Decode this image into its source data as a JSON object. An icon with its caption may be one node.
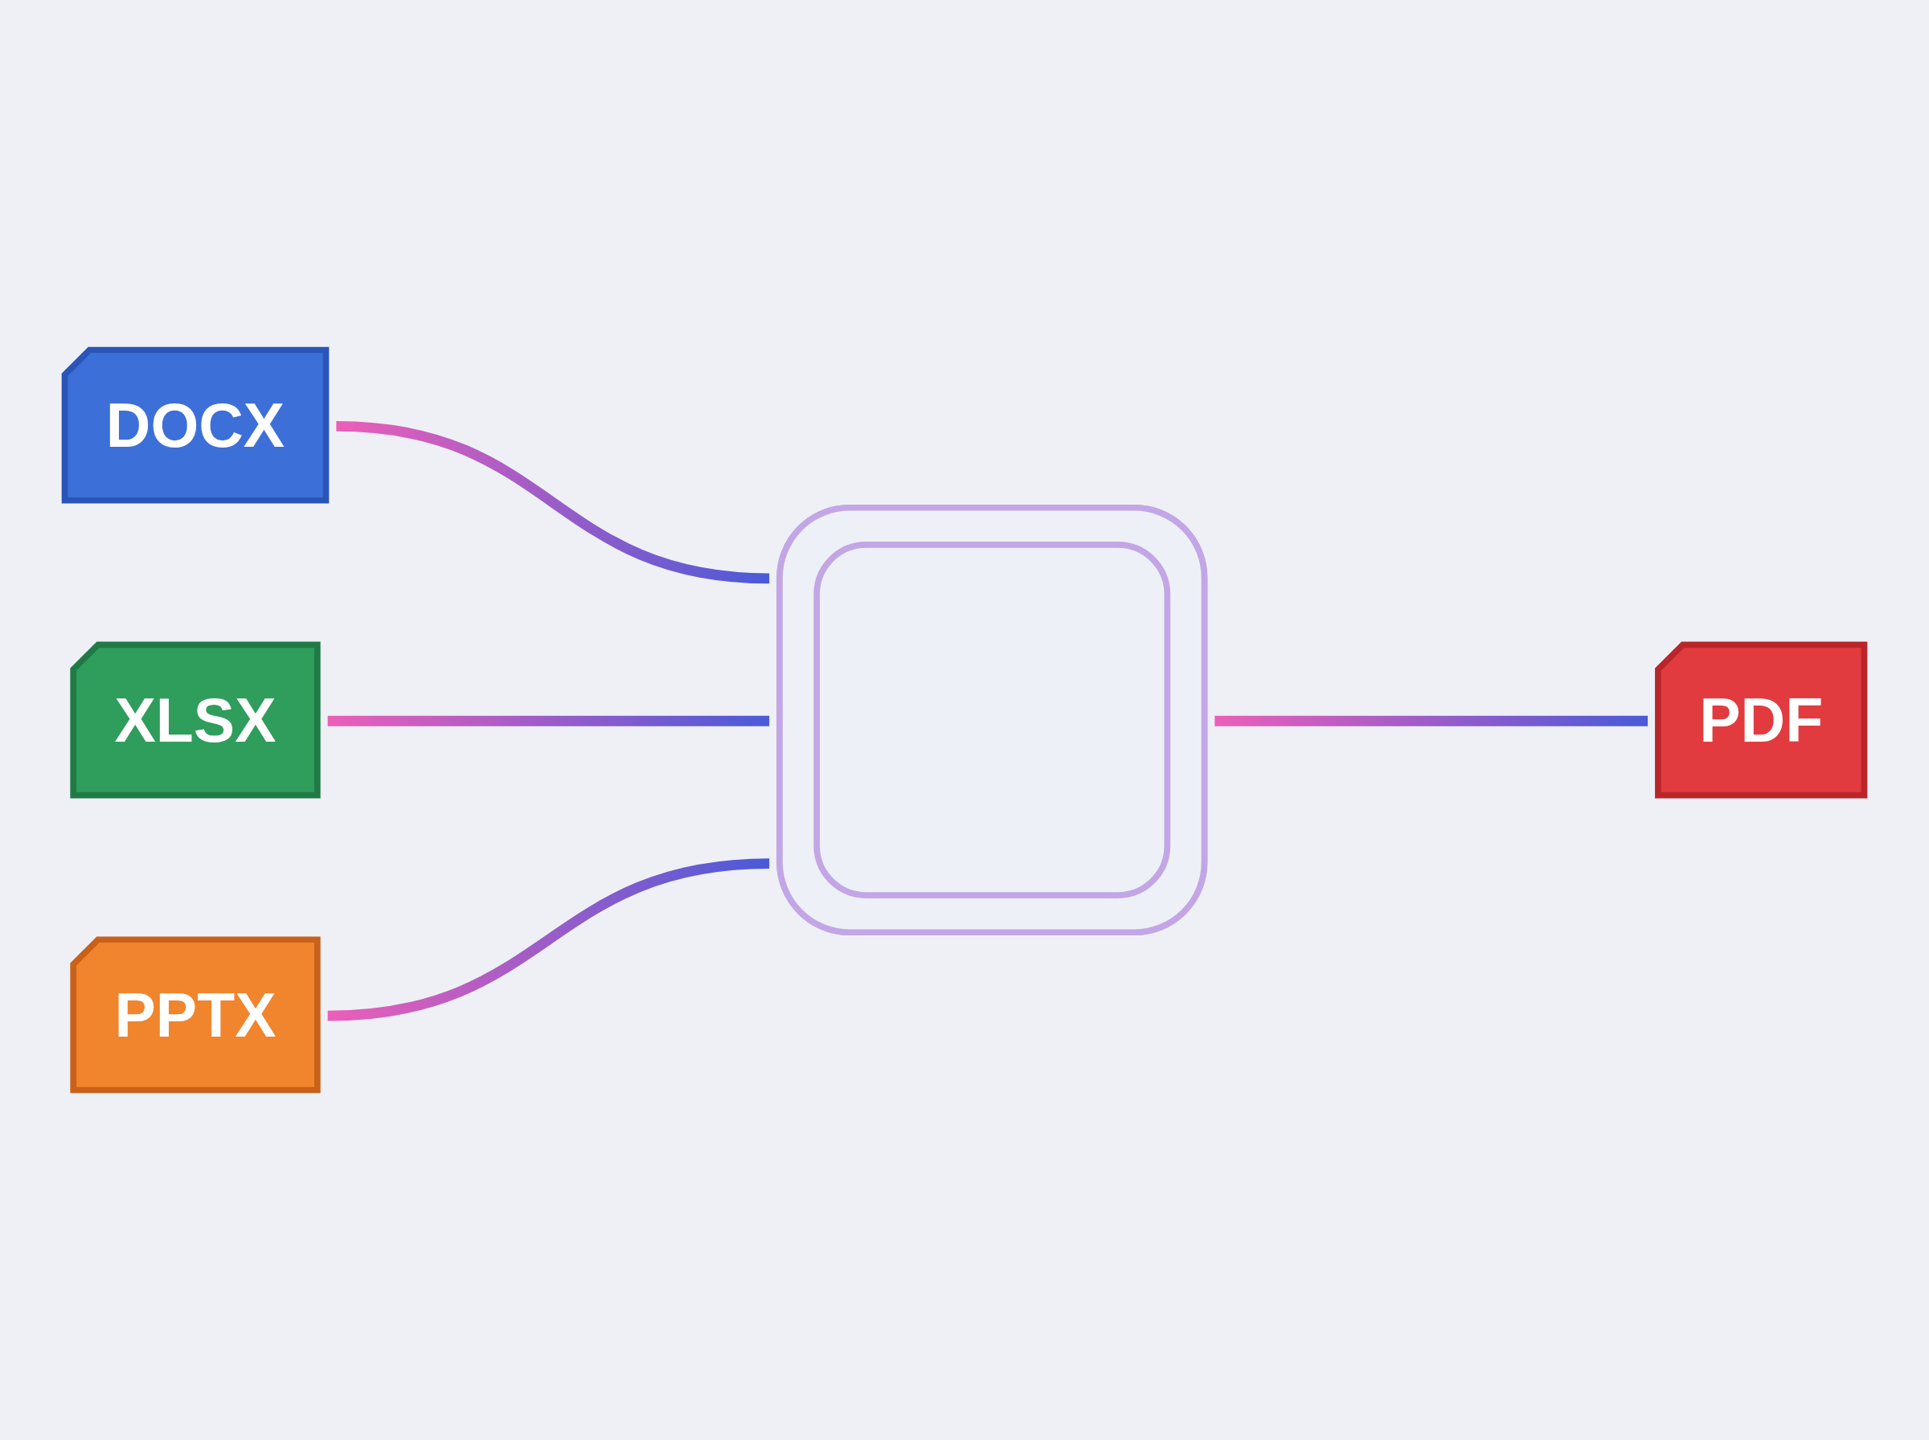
{
  "diagram": {
    "nodes": [
      {
        "text": [
          "DOCX"
        ]
      },
      {
        "text": [
          "XLSX"
        ]
      },
      {
        "text": [
          "PPTX"
        ]
      },
      {
        "text": [],
        "shape": "box"
      },
      {
        "text": [
          "PDF"
        ]
      }
    ],
    "edges": [
      {
        "from": 0,
        "to": 3,
        "arrow": "none"
      },
      {
        "from": 1,
        "to": 3,
        "arrow": "none"
      },
      {
        "from": 2,
        "to": 3,
        "arrow": "none"
      },
      {
        "from": 3,
        "to": 4,
        "arrow": "none"
      }
    ]
  }
}
